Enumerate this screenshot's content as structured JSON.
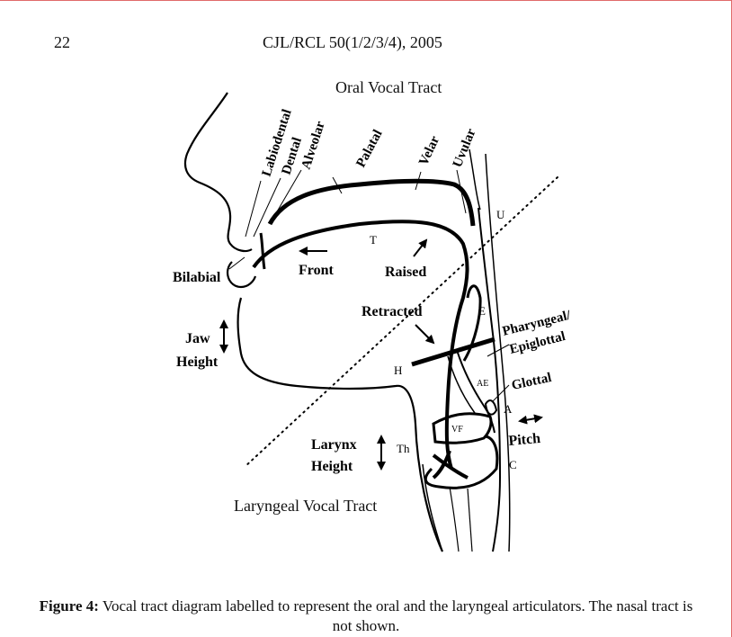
{
  "header": {
    "page_number": "22",
    "running_head": "CJL/RCL 50(1/2/3/4), 2005"
  },
  "regions": {
    "oral": "Oral Vocal Tract",
    "laryngeal": "Laryngeal Vocal Tract"
  },
  "places": {
    "labiodental": "Labiodental",
    "dental": "Dental",
    "alveolar": "Alveolar",
    "palatal": "Palatal",
    "velar": "Velar",
    "uvular": "Uvular",
    "bilabial": "Bilabial",
    "pharyngeal_1": "Pharyngeal/",
    "pharyngeal_2": "Epiglottal",
    "glottal": "Glottal"
  },
  "movements": {
    "front": "Front",
    "raised": "Raised",
    "retracted": "Retracted",
    "jaw_1": "Jaw",
    "jaw_2": "Height",
    "larynx_1": "Larynx",
    "larynx_2": "Height",
    "pitch": "Pitch"
  },
  "letters": {
    "T": "T",
    "U": "U",
    "E": "E",
    "H": "H",
    "AE": "AE",
    "A": "A",
    "VF": "VF",
    "Th": "Th",
    "C": "C"
  },
  "caption": {
    "label": "Figure 4:",
    "text": " Vocal tract diagram labelled to represent the oral and the laryngeal articulators. The nasal tract is not shown."
  }
}
